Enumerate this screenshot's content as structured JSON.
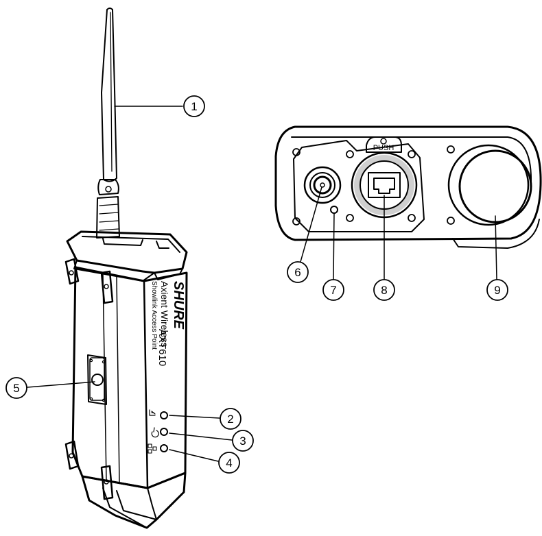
{
  "device": {
    "brand": "SHURE",
    "product_line": "Axient Wireless",
    "product_desc": "Showlink Access Point",
    "model": "AXT610"
  },
  "connector": {
    "push_label": "PUSH"
  },
  "callouts": [
    {
      "id": "1",
      "label": "1"
    },
    {
      "id": "2",
      "label": "2"
    },
    {
      "id": "3",
      "label": "3"
    },
    {
      "id": "4",
      "label": "4"
    },
    {
      "id": "5",
      "label": "5"
    },
    {
      "id": "6",
      "label": "6"
    },
    {
      "id": "7",
      "label": "7"
    },
    {
      "id": "8",
      "label": "8"
    },
    {
      "id": "9",
      "label": "9"
    }
  ],
  "icons": [
    "wireless-signal-icon",
    "power-icon",
    "network-icon"
  ],
  "colors": {
    "line": "#000000",
    "background": "#ffffff",
    "ring_gray": "#cfcfcf"
  }
}
